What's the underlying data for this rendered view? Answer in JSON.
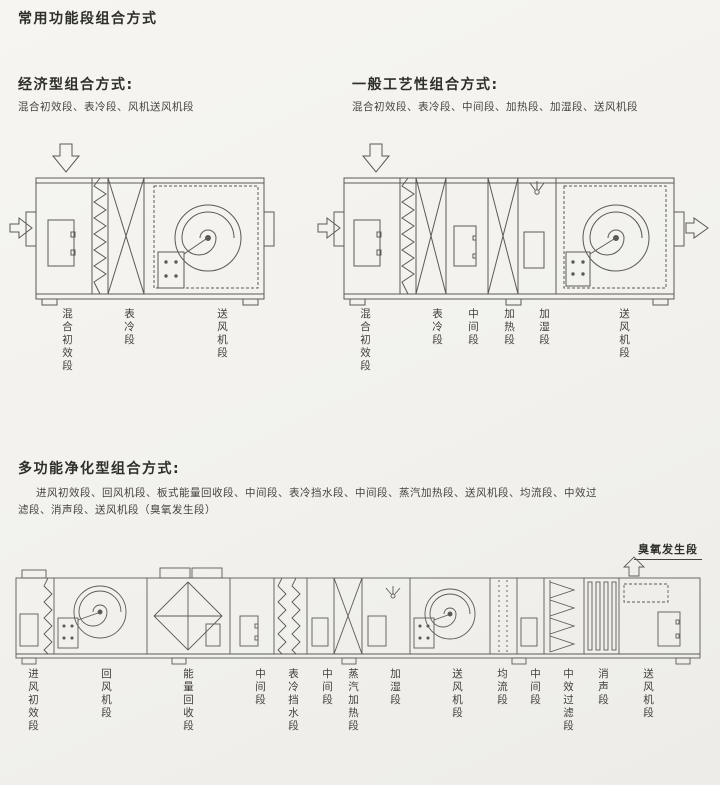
{
  "page": {
    "title": "常用功能段组合方式"
  },
  "economic": {
    "heading": "经济型组合方式:",
    "subtitle": "混合初效段、表冷段、风机送风机段",
    "labels": [
      "混合初效段",
      "表冷段",
      "送风机段"
    ]
  },
  "general": {
    "heading": "一般工艺性组合方式:",
    "subtitle": "混合初效段、表冷段、中间段、加热段、加湿段、送风机段",
    "labels": [
      "混合初效段",
      "表冷段",
      "中间段",
      "加热段",
      "加湿段",
      "送风机段"
    ]
  },
  "multifunction": {
    "heading": "多功能净化型组合方式:",
    "description1": "进风初效段、回风机段、板式能量回收段、中间段、表冷挡水段、中间段、蒸汽加热段、送风机段、均流段、中效过",
    "description2": "滤段、消声段、送风机段（臭氧发生段）",
    "ozone_label": "臭氧发生段",
    "labels": [
      "进风初效段",
      "回风机段",
      "能量回收段",
      "中间段",
      "表冷挡水段",
      "中间段",
      "蒸汽加热段",
      "加湿段",
      "送风机段",
      "均流段",
      "中间段",
      "中效过滤段",
      "消声段",
      "送风机段"
    ]
  },
  "colors": {
    "background": "#f2f1ed",
    "line": "#5c5a54",
    "text": "#3a3a35"
  }
}
